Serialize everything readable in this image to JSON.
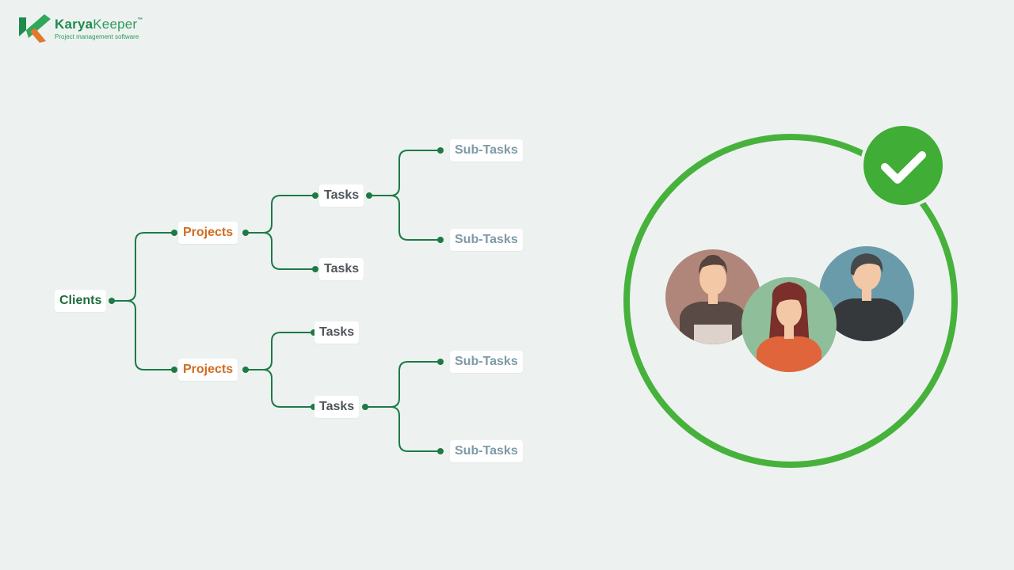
{
  "logo": {
    "brand_bold": "Karya",
    "brand_light": "Keeper",
    "trademark": "™",
    "tagline": "Project management software",
    "icon": "k-logo-icon"
  },
  "colors": {
    "background": "#edf2f1",
    "connector": "#1e7a45",
    "client": "#1e6b3d",
    "project": "#d06d22",
    "task": "#4e5558",
    "subtask": "#7e9aa7",
    "ring": "#47b23b"
  },
  "tree": {
    "client": "Clients",
    "projects": [
      {
        "label": "Projects",
        "tasks": [
          {
            "label": "Tasks",
            "subtasks": [
              "Sub-Tasks",
              "Sub-Tasks"
            ]
          },
          {
            "label": "Tasks",
            "subtasks": []
          }
        ]
      },
      {
        "label": "Projects",
        "tasks": [
          {
            "label": "Tasks",
            "subtasks": []
          },
          {
            "label": "Tasks",
            "subtasks": [
              "Sub-Tasks",
              "Sub-Tasks"
            ]
          }
        ]
      }
    ]
  },
  "team_badge": {
    "icon": "checkmark-icon",
    "members": [
      "person-icon",
      "person-icon",
      "person-icon"
    ]
  }
}
